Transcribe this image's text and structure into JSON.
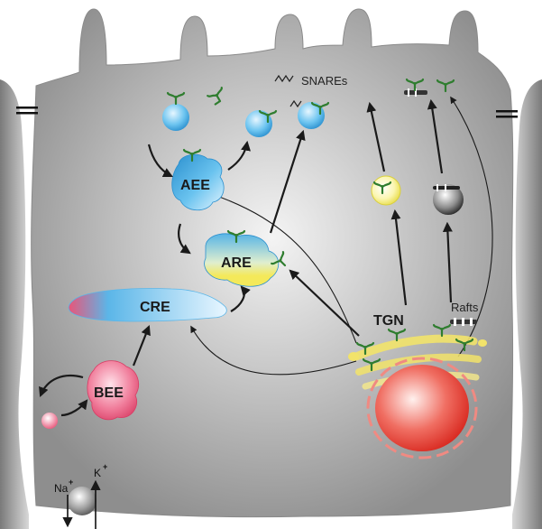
{
  "labels": {
    "aee": "AEE",
    "are": "ARE",
    "cre": "CRE",
    "bee": "BEE",
    "tgn": "TGN",
    "rafts": "Rafts",
    "snares": "SNAREs",
    "na": "Na",
    "na_charge": "+",
    "k": "K",
    "k_charge": "+"
  },
  "colors": {
    "cell": "#a9a9a9",
    "neighbor": "#c9c9c9",
    "apical_endosome": "#5bb6e8",
    "recycling_yellow": "#f3e55a",
    "basolateral_pink": "#e8567a",
    "golgi": "#f2e36a",
    "nucleus": "#e43c32",
    "cargo": "#2f7d2f"
  }
}
